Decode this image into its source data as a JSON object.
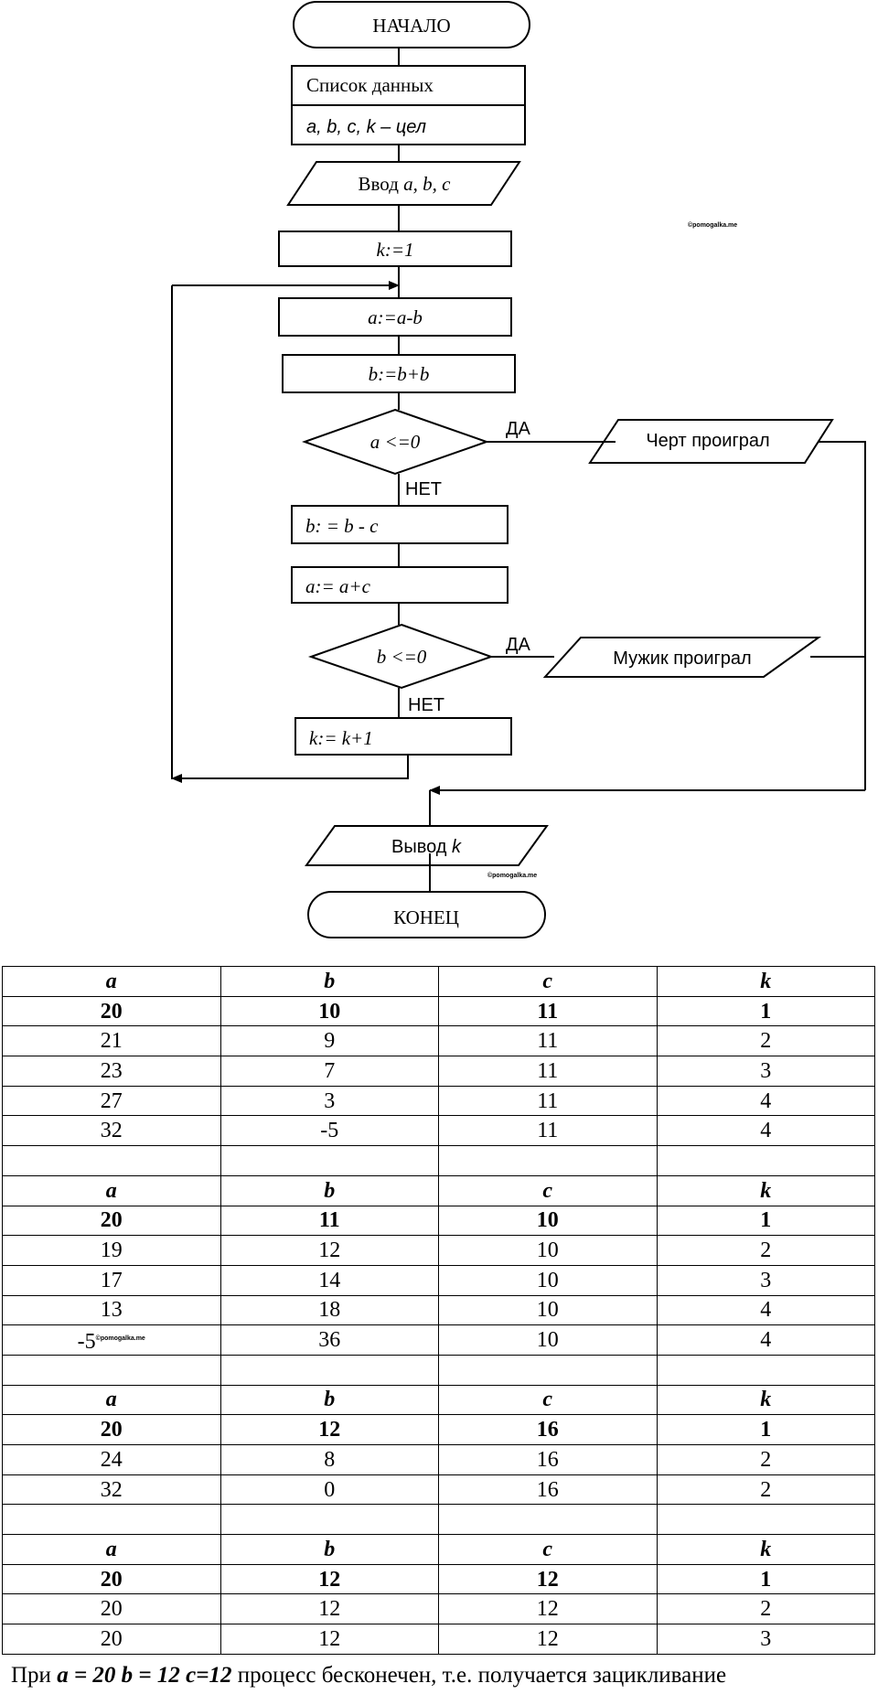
{
  "flowchart": {
    "start": "НАЧАЛО",
    "data_header": "Список данных",
    "data_types": "a, b, c, k – цел",
    "input_word": "Ввод",
    "input_vars": "a, b, c",
    "init_k": "k:=1",
    "step_a1": "a:=a-b",
    "step_b1": "b:=b+b",
    "cond1": "a <=0",
    "cond1_yes": "ДА",
    "cond1_no": "НЕТ",
    "out1": "Черт проиграл",
    "step_b2": "b: = b - c",
    "step_a2": "a:= a+c",
    "cond2": "b <=0",
    "cond2_yes": "ДА",
    "cond2_no": "НЕТ",
    "out2": "Мужик проиграл",
    "step_k": "k:= k+1",
    "output_word": "Вывод",
    "output_var": "k",
    "end": "КОНЕЦ",
    "watermark": "©pomogalka.me"
  },
  "tables": [
    {
      "headers": [
        "a",
        "b",
        "c",
        "k"
      ],
      "initial": [
        "20",
        "10",
        "11",
        "1"
      ],
      "rows": [
        [
          "21",
          "9",
          "11",
          "2"
        ],
        [
          "23",
          "7",
          "11",
          "3"
        ],
        [
          "27",
          "3",
          "11",
          "4"
        ],
        [
          "32",
          "-5",
          "11",
          "4"
        ]
      ]
    },
    {
      "headers": [
        "a",
        "b",
        "c",
        "k"
      ],
      "initial": [
        "20",
        "11",
        "10",
        "1"
      ],
      "rows": [
        [
          "19",
          "12",
          "10",
          "2"
        ],
        [
          "17",
          "14",
          "10",
          "3"
        ],
        [
          "13",
          "18",
          "10",
          "4"
        ],
        [
          "-5",
          "36",
          "10",
          "4"
        ]
      ]
    },
    {
      "headers": [
        "a",
        "b",
        "c",
        "k"
      ],
      "initial": [
        "20",
        "12",
        "16",
        "1"
      ],
      "rows": [
        [
          "24",
          "8",
          "16",
          "2"
        ],
        [
          "32",
          "0",
          "16",
          "2"
        ]
      ]
    },
    {
      "headers": [
        "a",
        "b",
        "c",
        "k"
      ],
      "initial": [
        "20",
        "12",
        "12",
        "1"
      ],
      "rows": [
        [
          "20",
          "12",
          "12",
          "2"
        ],
        [
          "20",
          "12",
          "12",
          "3"
        ]
      ]
    }
  ],
  "conclusion": {
    "prefix": "При",
    "params": "a = 20  b = 12  c=12",
    "suffix": "процесс бесконечен, т.е. получается зацикливание"
  }
}
